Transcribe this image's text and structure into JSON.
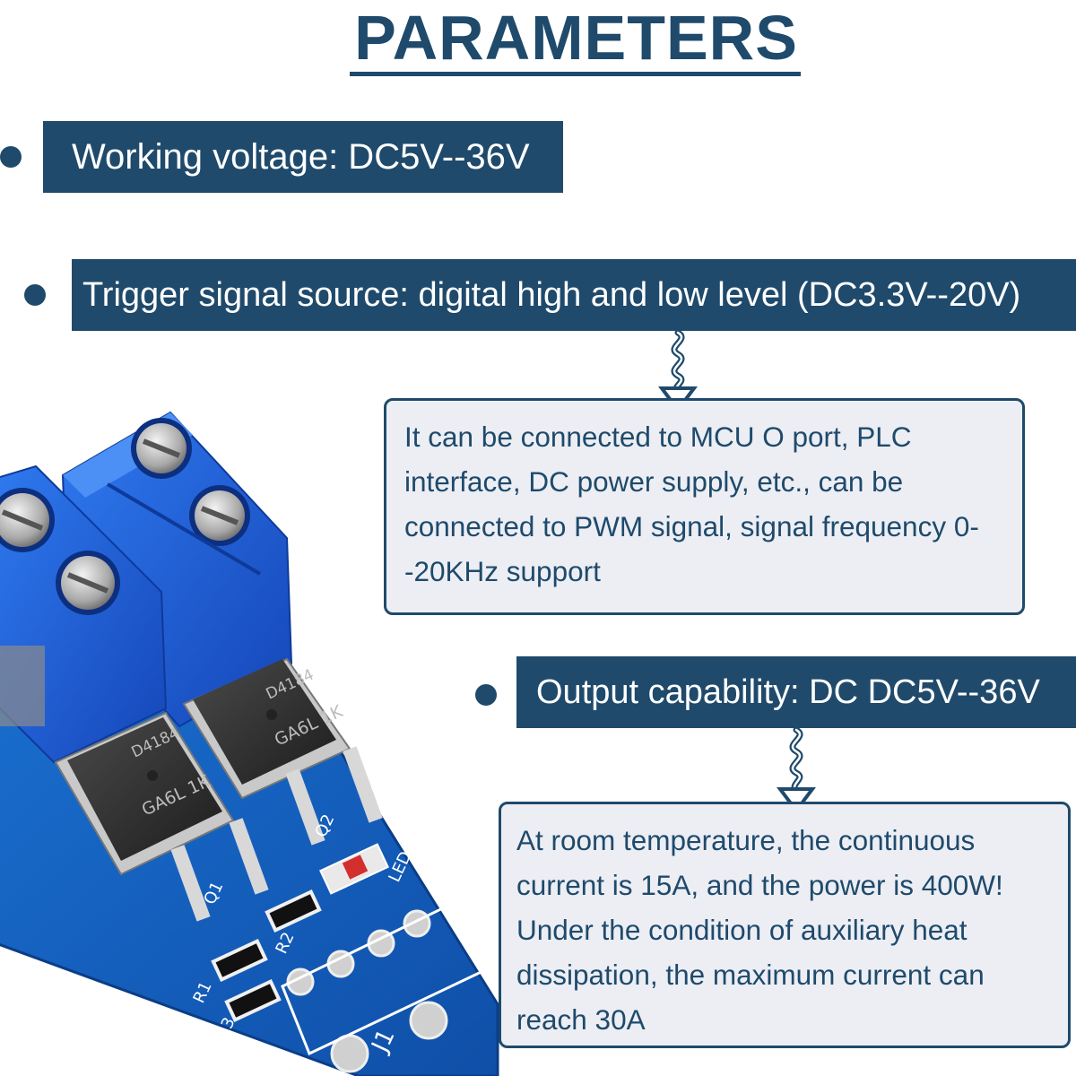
{
  "header": {
    "title": "PARAMETERS"
  },
  "specs": {
    "working_voltage": "Working voltage: DC5V--36V",
    "trigger_signal": "Trigger signal source: digital high and low level (DC3.3V--20V)",
    "trigger_note": "It can be connected to MCU O port, PLC interface, DC power supply, etc., can be connected to PWM signal, signal frequency 0--20KHz support",
    "output_capability": "Output capability: DC DC5V--36V",
    "output_note": "At room temperature, the continuous current is 15A, and the power is 400W! Under the condition of auxiliary heat dissipation, the maximum current can reach 30A"
  },
  "board_labels": {
    "chip_marking_top": "D4184",
    "chip_marking_bottom": "GA6L 1K",
    "q1": "Q1",
    "q2": "Q2",
    "r1": "R1",
    "r2": "R2",
    "r3": "R3",
    "led": "LED",
    "j1": "J1"
  },
  "colors": {
    "navy": "#1f4a6b",
    "note_bg": "#eceef4",
    "pcb_blue": "#1565c0",
    "terminal_blue": "#1e63d6"
  }
}
